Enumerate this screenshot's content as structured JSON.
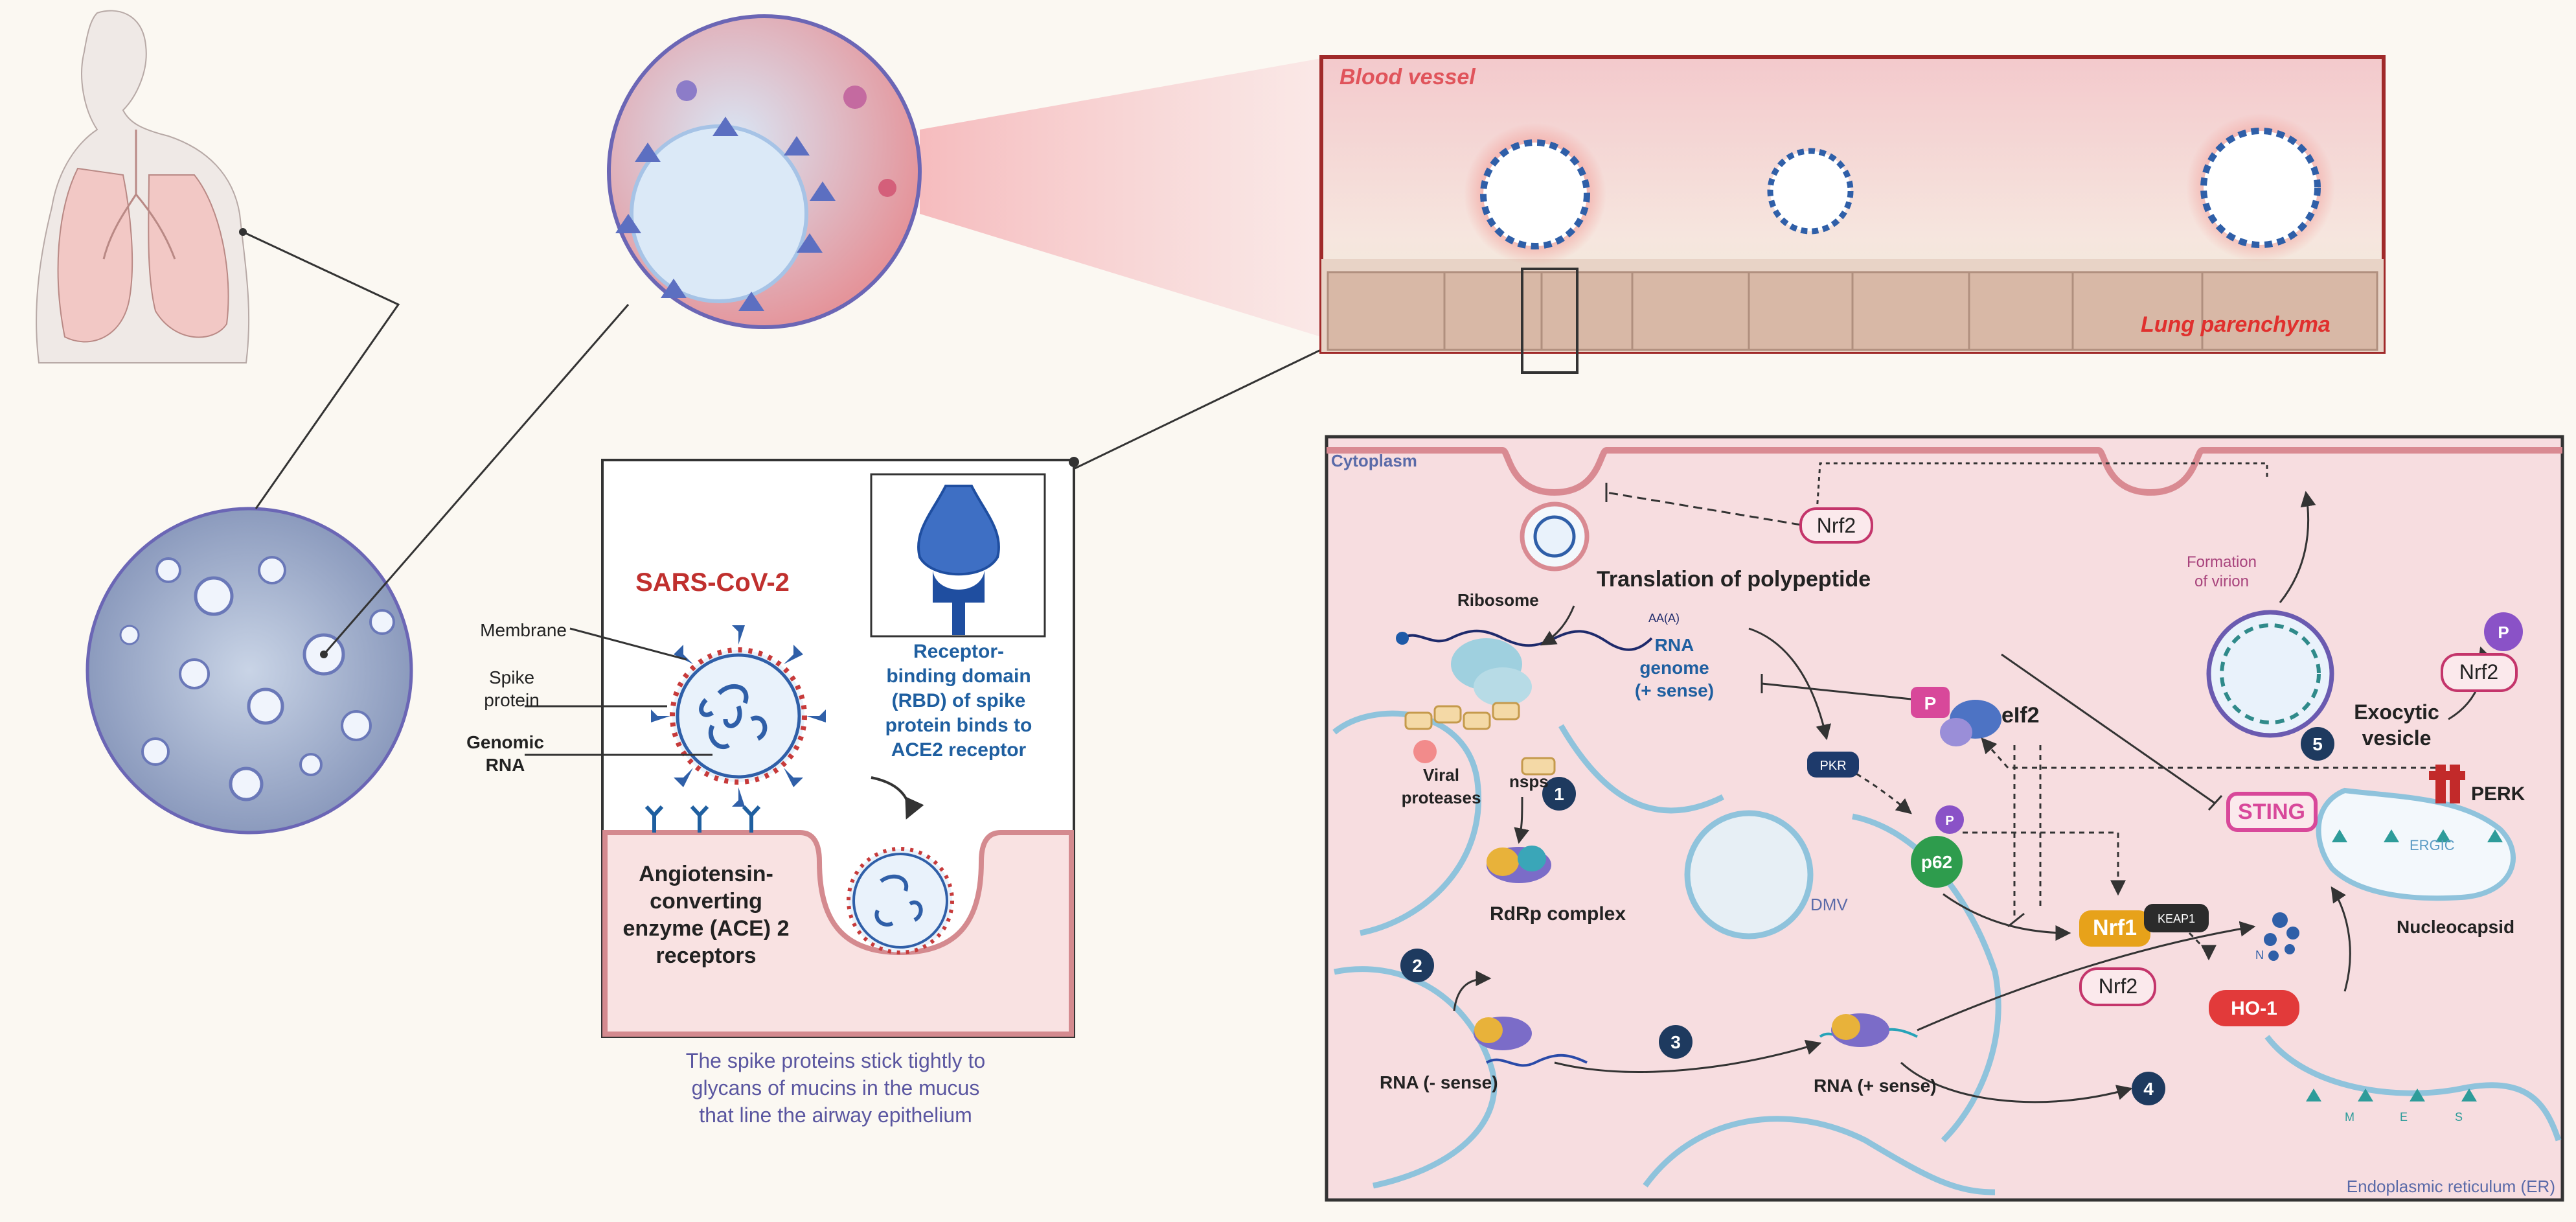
{
  "regions": {
    "blood_vessel": "Blood vessel",
    "lung_parenchyma": "Lung parenchyma"
  },
  "middle_panel": {
    "title": "SARS-CoV-2",
    "virus_parts": {
      "membrane": "Membrane",
      "spike_line1": "Spike",
      "spike_line2": "protein",
      "rna_line1": "Genomic",
      "rna_line2": "RNA"
    },
    "rbd_label": [
      "Receptor-",
      "binding domain",
      "(RBD) of spike",
      "protein binds to",
      "ACE2 receptor"
    ],
    "ace2_label": [
      "Angiotensin-",
      "converting",
      "enzyme (ACE) 2",
      "receptors"
    ],
    "caption": [
      "The spike proteins stick tightly to",
      "glycans of mucins in the mucus",
      "that line the airway epithelium"
    ]
  },
  "cell_panel": {
    "cytoplasm": "Cytoplasm",
    "ribosome": "Ribosome",
    "translation": "Translation of polypeptide",
    "polya": "AA(A)",
    "rna_genome": [
      "RNA",
      "genome",
      "(+ sense)"
    ],
    "viral_proteases": [
      "Viral",
      "proteases"
    ],
    "nsps": "nsps",
    "rdrp": "RdRp complex",
    "rna_minus": "RNA (- sense)",
    "rna_plus": "RNA (+ sense)",
    "dmv": "DMV",
    "er": "Endoplasmic reticulum (ER)",
    "pkr": "PKR",
    "p": "P",
    "eif2": "eIf2",
    "p62": "p62",
    "nrf1": "Nrf1",
    "keap1": "KEAP1",
    "nrf2": "Nrf2",
    "ho1": "HO-1",
    "sting": "STING",
    "perk": "PERK",
    "ergic": "ERGIC",
    "nucleocapsid": "Nucleocapsid",
    "n": "N",
    "m": "M",
    "e": "E",
    "s": "S",
    "formation": [
      "Formation",
      "of virion"
    ],
    "exocytic": [
      "Exocytic",
      "vesicle"
    ],
    "steps": [
      "1",
      "2",
      "3",
      "4",
      "5"
    ]
  },
  "colors": {
    "background": "#fbf8f2",
    "frame": "#3b3b3b",
    "virus_blue": "#2f5fa8",
    "virus_red": "#c73a3a",
    "title_red": "#c0302e",
    "rbd_blue": "#1f5fa0",
    "caption_purple": "#5a56a0",
    "cytoplasm_pink": "#f7dde0",
    "membrane_pink": "#d88c96",
    "er_blue": "#8fc3dc",
    "step_navy": "#1e3a5f",
    "nrf2_border": "#c4356b",
    "sting_magenta": "#d8489a",
    "ho1_red": "#e23a3a",
    "p62_green": "#2e9c4d",
    "nrf1_orange": "#e7a21a",
    "p_purple": "#8a52c7",
    "perk_red": "#c22a2a"
  }
}
